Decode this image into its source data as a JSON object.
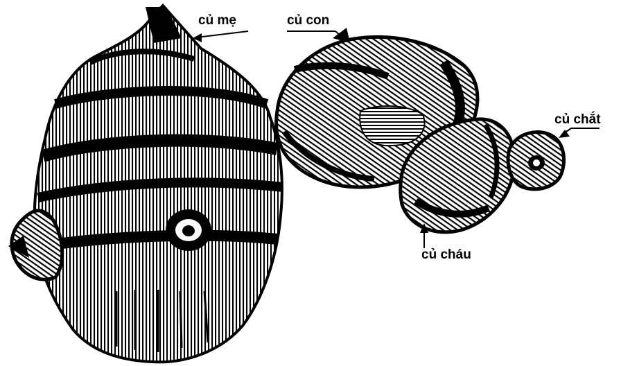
{
  "labels": {
    "mother": "củ mẹ",
    "child": "củ con",
    "grandchild": "củ cháu",
    "third": "củ chắt"
  },
  "colors": {
    "ink": "#000000",
    "paper": "#ffffff"
  }
}
